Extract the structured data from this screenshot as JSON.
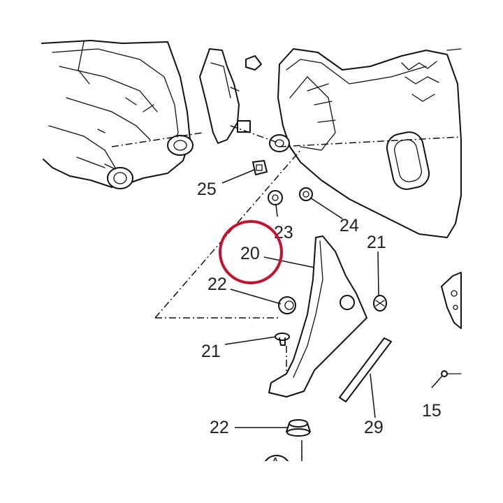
{
  "diagram": {
    "callouts": {
      "c25": "25",
      "c23": "23",
      "c24": "24",
      "c20": "20",
      "c21_top": "21",
      "c22_top": "22",
      "c21_left": "21",
      "c22_bottom": "22",
      "c29": "29",
      "c15": "15",
      "view_marker": "A"
    },
    "highlight": {
      "target": "20",
      "color": "#c8102e"
    }
  }
}
